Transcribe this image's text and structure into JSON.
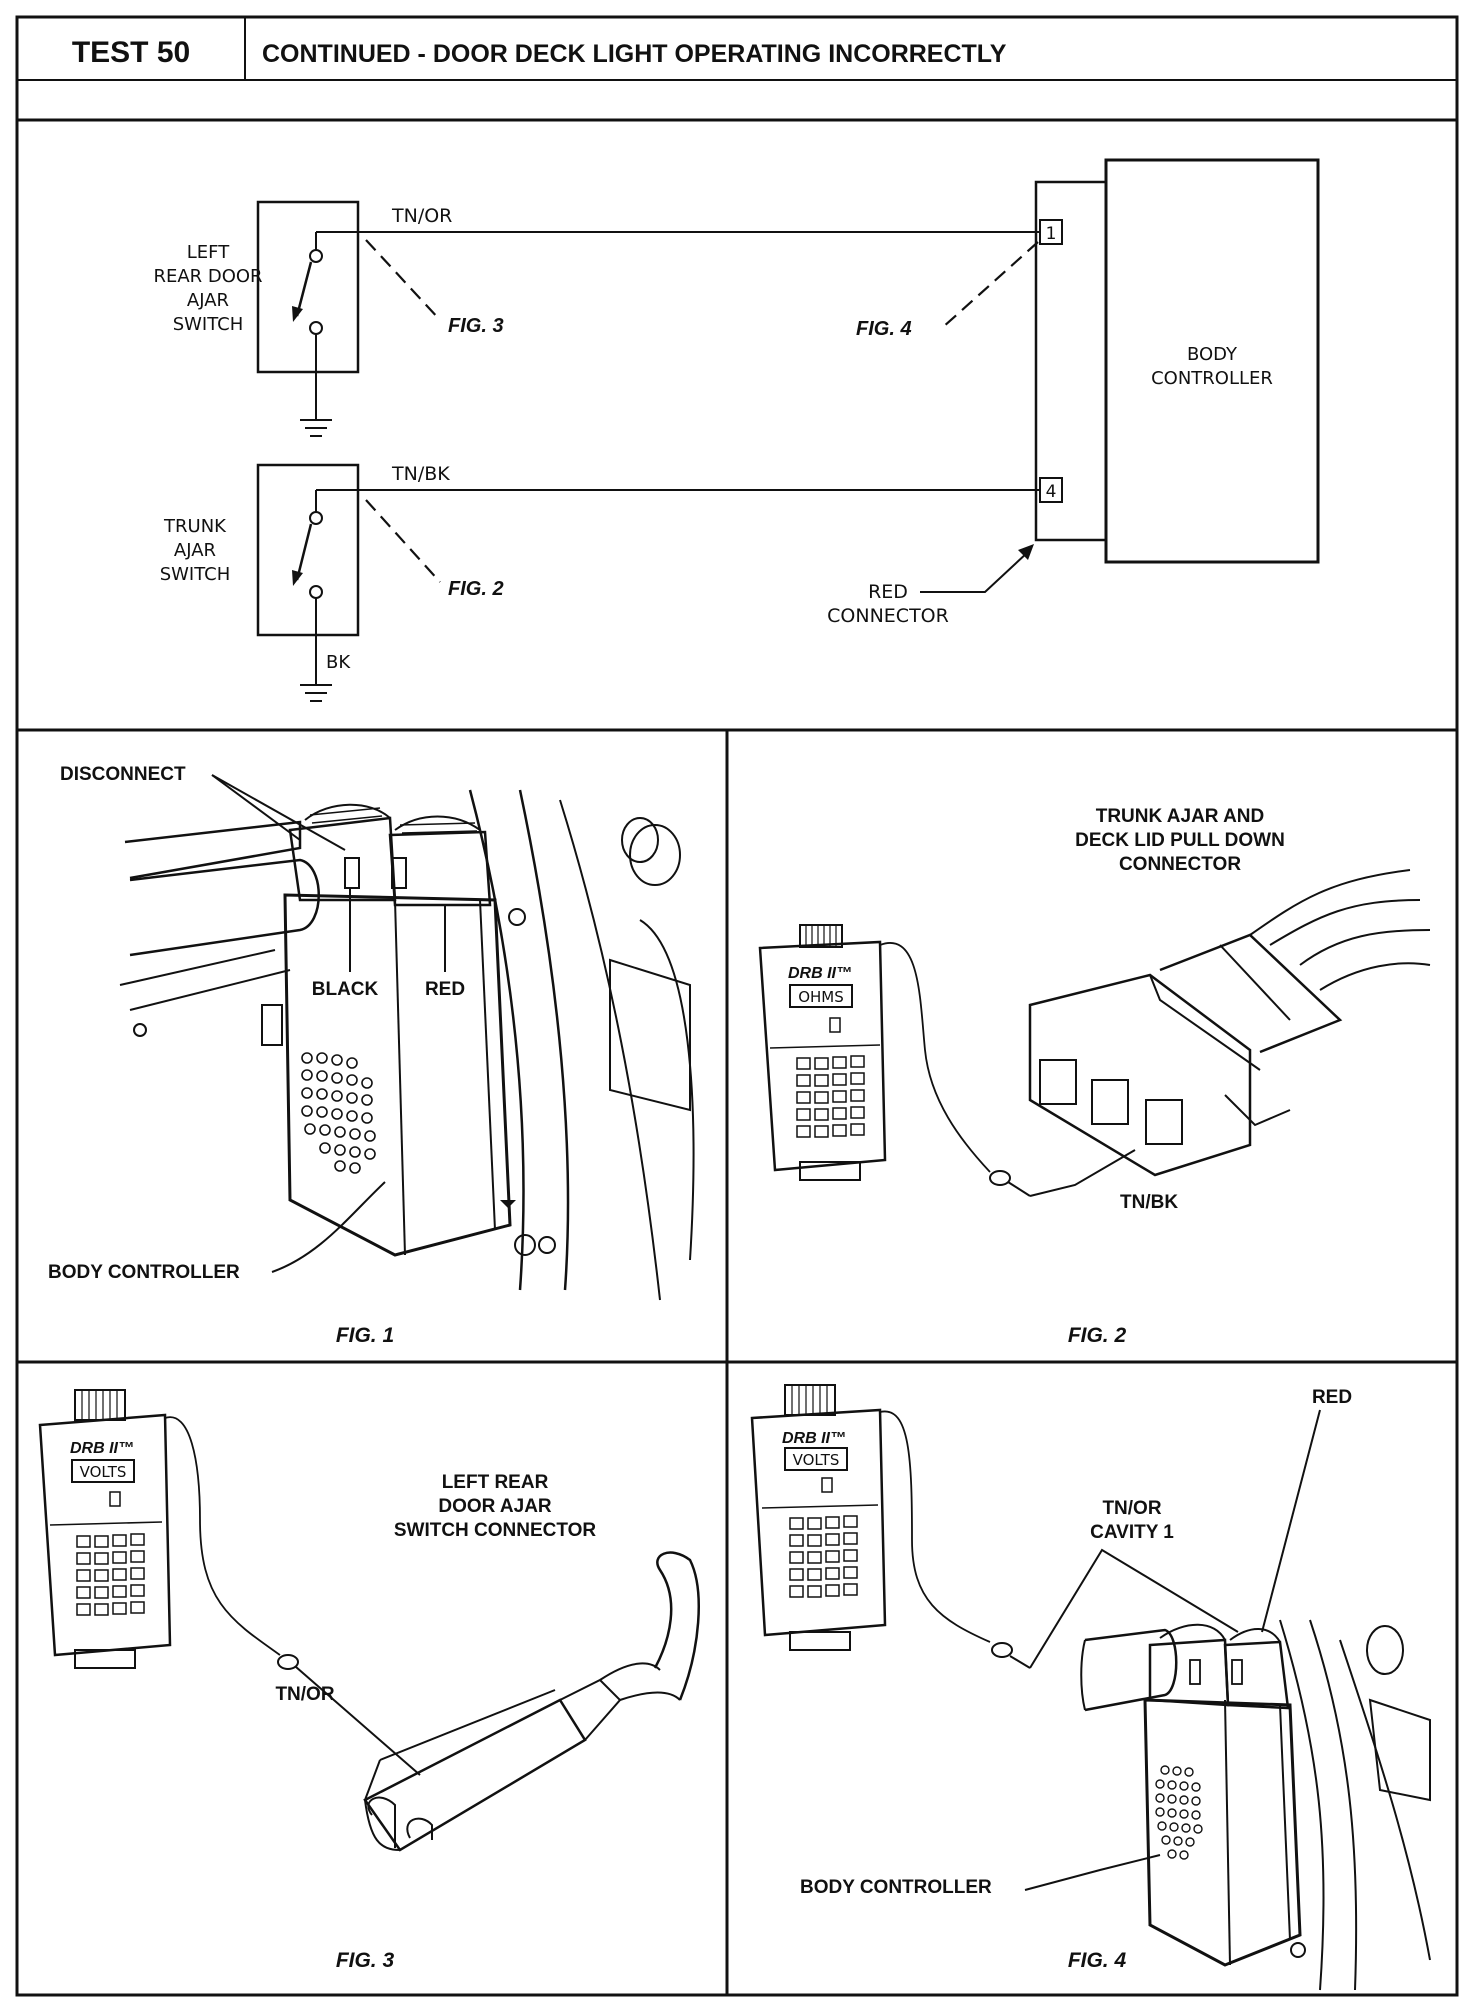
{
  "header": {
    "test_label": "TEST 50",
    "title": "CONTINUED - DOOR DECK LIGHT OPERATING INCORRECTLY"
  },
  "schematic": {
    "left_rear_switch_label": [
      "LEFT",
      "REAR DOOR",
      "AJAR",
      "SWITCH"
    ],
    "trunk_switch_label": [
      "TRUNK",
      "AJAR",
      "SWITCH"
    ],
    "wire_top": "TN/OR",
    "wire_bottom": "TN/BK",
    "ground_wire": "BK",
    "fig3_ref": "FIG. 3",
    "fig2_ref": "FIG. 2",
    "fig4_ref": "FIG. 4",
    "pin_top": "1",
    "pin_bottom": "4",
    "controller_label": [
      "BODY",
      "CONTROLLER"
    ],
    "connector_label": [
      "RED",
      "CONNECTOR"
    ]
  },
  "fig1": {
    "disconnect": "DISCONNECT",
    "black": "BLACK",
    "red": "RED",
    "body_controller": "BODY CONTROLLER",
    "caption": "FIG. 1"
  },
  "fig2": {
    "connector_title": [
      "TRUNK AJAR AND",
      "DECK LID PULL DOWN",
      "CONNECTOR"
    ],
    "tool_name": "DRB II™",
    "display": "OHMS",
    "wire": "TN/BK",
    "caption": "FIG. 2"
  },
  "fig3": {
    "connector_title": [
      "LEFT REAR",
      "DOOR AJAR",
      "SWITCH CONNECTOR"
    ],
    "tool_name": "DRB II™",
    "display": "VOLTS",
    "wire": "TN/OR",
    "caption": "FIG. 3"
  },
  "fig4": {
    "red": "RED",
    "cavity": [
      "TN/OR",
      "CAVITY 1"
    ],
    "tool_name": "DRB II™",
    "display": "VOLTS",
    "body_controller": "BODY CONTROLLER",
    "caption": "FIG. 4"
  }
}
